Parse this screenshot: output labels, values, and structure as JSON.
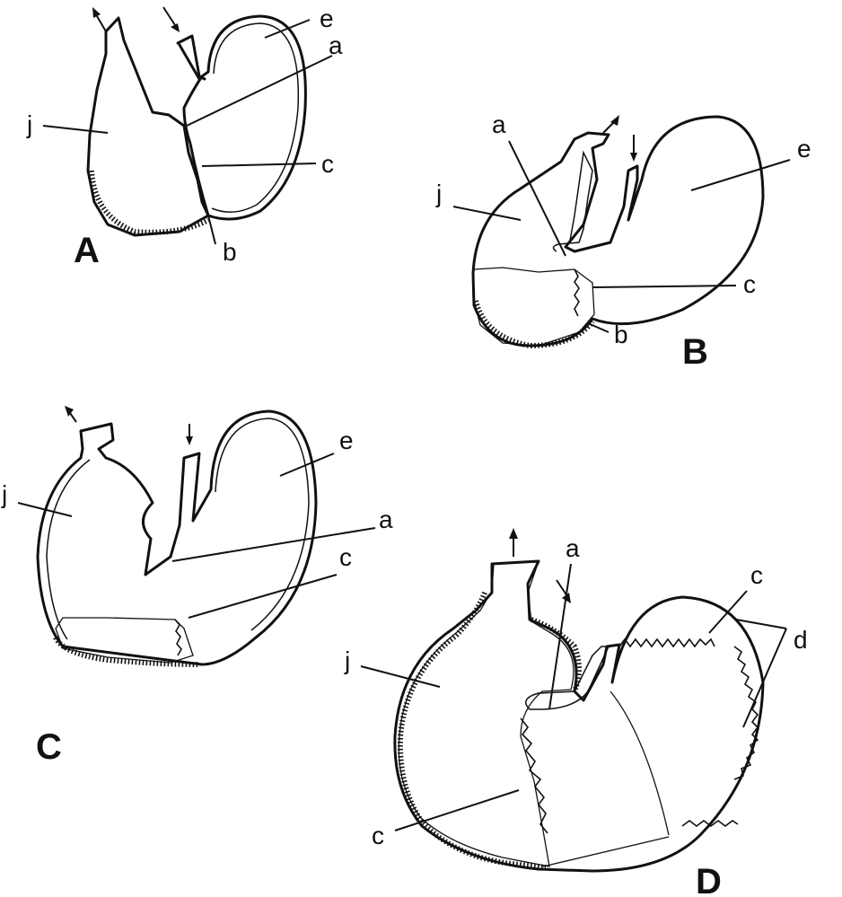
{
  "panels": [
    {
      "letter": "A",
      "labels": {
        "e": "e",
        "a": "a",
        "j": "j",
        "c": "c",
        "b": "b"
      }
    },
    {
      "letter": "B",
      "labels": {
        "a": "a",
        "e": "e",
        "j": "j",
        "c": "c",
        "b": "b"
      }
    },
    {
      "letter": "C",
      "labels": {
        "e": "e",
        "j": "j",
        "a": "a",
        "c": "c"
      }
    },
    {
      "letter": "D",
      "labels": {
        "a": "a",
        "c_top": "c",
        "d": "d",
        "j": "j",
        "c_bottom": "c"
      }
    }
  ]
}
